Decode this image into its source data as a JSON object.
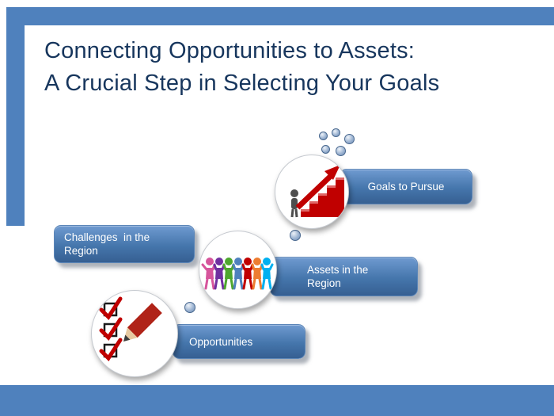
{
  "slide": {
    "title_line1": "Connecting Opportunities to Assets:",
    "title_line2": "A Crucial Step in Selecting Your Goals"
  },
  "colors": {
    "accent": "#4f81bd",
    "title_text": "#17365d",
    "button_top": "#6f9ad0",
    "button_bottom": "#365f92",
    "button_text": "#ffffff",
    "diagram_red": "#c00000"
  },
  "diagram": {
    "goals": {
      "label": "Goals to Pursue",
      "icon": "stairs-ascent-icon"
    },
    "challenges": {
      "line1": "Challenges  in the",
      "line2": "Region"
    },
    "assets": {
      "line1": "Assets in the",
      "line2": "Region",
      "icon": "people-holding-hands-icon"
    },
    "opportunities": {
      "label": "Opportunities",
      "icon": "checklist-pencil-icon"
    },
    "bubble_icon": "bubble-dot-icon"
  }
}
